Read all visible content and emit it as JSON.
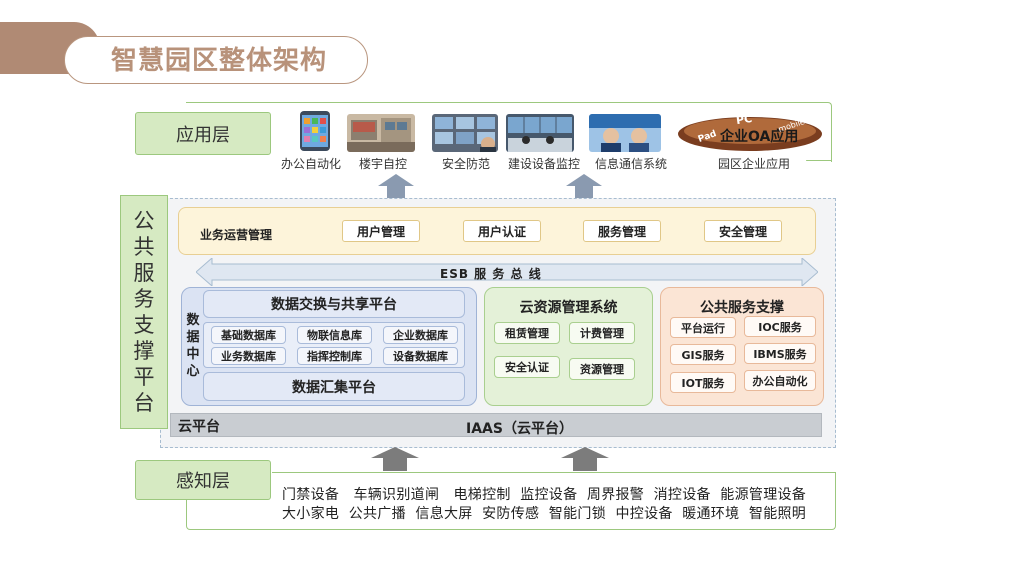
{
  "title": "智慧园区整体架构",
  "application_layer": {
    "label": "应用层",
    "apps": [
      {
        "caption": "办公自动化",
        "icon": "phone-apps-icon"
      },
      {
        "caption": "楼宇自控",
        "icon": "building-control-icon"
      },
      {
        "caption": "安全防范",
        "icon": "video-wall-icon"
      },
      {
        "caption": "建设设备监控",
        "icon": "monitoring-room-icon"
      },
      {
        "caption": "信息通信系统",
        "icon": "call-center-icon"
      },
      {
        "caption": "园区企业应用",
        "icon": "enterprise-oa-icon"
      }
    ],
    "oa_graphic": {
      "main": "企业OA应用",
      "pc": "PC",
      "pad": "Pad",
      "mobile": "mobile"
    }
  },
  "platform": {
    "label_chars": [
      "公",
      "共",
      "服",
      "务",
      "支",
      "撑",
      "平",
      "台"
    ],
    "business": {
      "title": "业务运营管理",
      "buttons": [
        "用户管理",
        "用户认证",
        "服务管理",
        "安全管理"
      ]
    },
    "esb": "ESB 服 务 总 线",
    "data_center": {
      "label_chars": [
        "数",
        "据",
        "中",
        "心"
      ],
      "top": "数据交换与共享平台",
      "cells": [
        "基础数据库",
        "物联信息库",
        "企业数据库",
        "业务数据库",
        "指挥控制库",
        "设备数据库"
      ],
      "bottom": "数据汇集平台"
    },
    "cloud_resource": {
      "title": "云资源管理系统",
      "cells": [
        "租赁管理",
        "计费管理",
        "安全认证",
        "资源管理"
      ]
    },
    "public_service": {
      "title": "公共服务支撑",
      "cells": [
        "平台运行",
        "IOC服务",
        "GIS服务",
        "IBMS服务",
        "IOT服务",
        "办公自动化"
      ]
    },
    "cloud_platform": {
      "left": "云平台",
      "center": "IAAS（云平台）"
    }
  },
  "perception_layer": {
    "label": "感知层",
    "line1": "门禁设备   车辆识别道闸   电梯控制  监控设备  周界报警  消控设备  能源管理设备",
    "line2": "大小家电  公共广播  信息大屏  安防传感  智能门锁  中控设备  暖通环境  智能照明"
  },
  "colors": {
    "title": "#b8927a",
    "layer_fill": "#d6eac2",
    "layer_border": "#9cc87e",
    "arrow": "#7f8fa6",
    "data_panel": "#dbe3f3",
    "cloud_panel": "#e4f1d8",
    "service_panel": "#fbe5d5",
    "business_row": "#fdf4da"
  }
}
